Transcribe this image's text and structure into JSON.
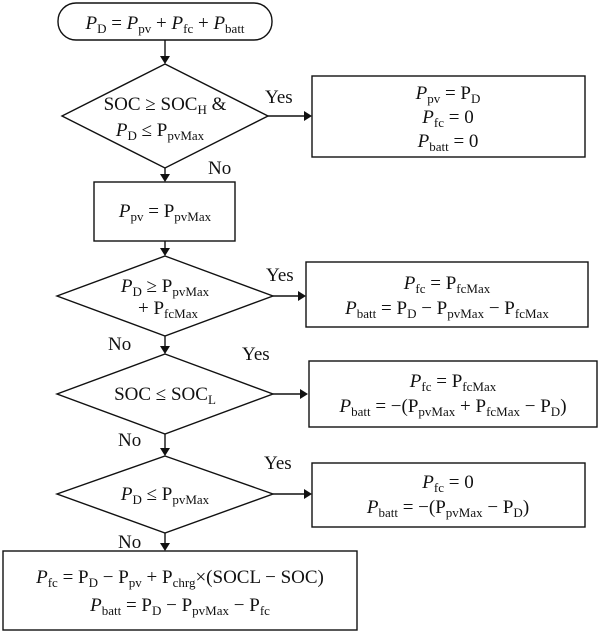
{
  "start": {
    "lhs": "P",
    "lhs_sub": "D",
    "eq": " = ",
    "t1": "P",
    "t1_sub": "pv",
    "plus1": " + ",
    "t2": "P",
    "t2_sub": "fc",
    "plus2": " + ",
    "t3": "P",
    "t3_sub": "batt"
  },
  "d1": {
    "l1_a": "SOC ≥ SOC",
    "l1_sub": "H",
    "l1_b": " &",
    "l2_a": "P",
    "l2_sub1": "D",
    "l2_mid": " ≤ P",
    "l2_sub2": "pvMax",
    "yes": "Yes",
    "no": "No"
  },
  "r1": {
    "l1_a": "P",
    "l1_sub": "pv",
    "l1_b": " = P",
    "l1_sub2": "D",
    "l2_a": "P",
    "l2_sub": "fc",
    "l2_b": " = 0",
    "l3_a": "P",
    "l3_sub": "batt",
    "l3_b": " = 0"
  },
  "b2": {
    "a": "P",
    "sub": "pv",
    "mid": " = P",
    "sub2": "pvMax"
  },
  "d2": {
    "l1_a": "P",
    "l1_sub": "D",
    "l1_mid": " ≥ P",
    "l1_sub2": "pvMax",
    "l2_a": "+ P",
    "l2_sub": "fcMax",
    "yes": "Yes",
    "no": "No"
  },
  "r2": {
    "l1_a": "P",
    "l1_sub": "fc",
    "l1_b": " = P",
    "l1_sub2": "fcMax",
    "l2_a": "P",
    "l2_sub": "batt",
    "l2_b": " = P",
    "l2_sub2": "D",
    "l2_c": " − P",
    "l2_sub3": "pvMax",
    "l2_d": " − P",
    "l2_sub4": "fcMax"
  },
  "d3": {
    "a": "SOC ≤ SOC",
    "sub": "L",
    "yes": "Yes",
    "no": "No"
  },
  "r3": {
    "l1_a": "P",
    "l1_sub": "fc",
    "l1_b": " = P",
    "l1_sub2": "fcMax",
    "l2_a": "P",
    "l2_sub": "batt",
    "l2_b": " = −(P",
    "l2_sub2": "pvMax",
    "l2_c": " + P",
    "l2_sub3": "fcMax",
    "l2_d": " − P",
    "l2_sub4": "D",
    "l2_e": ")"
  },
  "d4": {
    "a": "P",
    "sub": "D",
    "mid": " ≤ P",
    "sub2": "pvMax",
    "yes": "Yes",
    "no": "No"
  },
  "r4": {
    "l1_a": "P",
    "l1_sub": "fc",
    "l1_b": " = 0",
    "l2_a": "P",
    "l2_sub": "batt",
    "l2_b": " = −(P",
    "l2_sub2": "pvMax",
    "l2_c": " − P",
    "l2_sub3": "D",
    "l2_d": ")"
  },
  "final": {
    "l1_a": "P",
    "l1_sub": "fc",
    "l1_b": " = P",
    "l1_sub2": "D",
    "l1_c": " − P",
    "l1_sub3": "pv",
    "l1_d": " + P",
    "l1_sub4": "chrg",
    "l1_e": "×(SOCL − SOC)",
    "l2_a": "P",
    "l2_sub": "batt",
    "l2_b": " = P",
    "l2_sub2": "D",
    "l2_c": " − P",
    "l2_sub3": "pvMax",
    "l2_d": " − P",
    "l2_sub4": "fc"
  }
}
